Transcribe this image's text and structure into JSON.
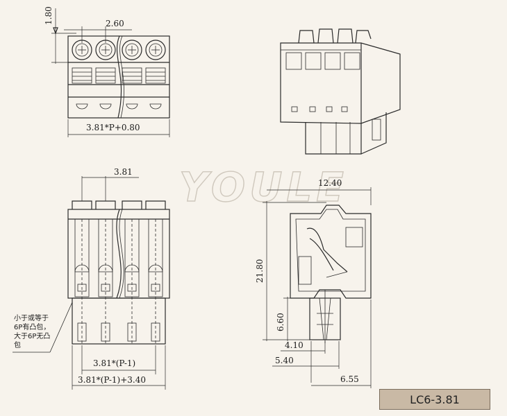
{
  "title": "LC6-3.81",
  "watermark": "YOULE",
  "dimensions": {
    "pin_height": "1.80",
    "pin_spacing_top": "2.60",
    "width_formula_top": "3.81*P+0.80",
    "pitch": "3.81",
    "pitch_formula": "3.81*(P-1)",
    "total_formula": "3.81*(P-1)+3.40",
    "side_width": "12.40",
    "side_height": "21.80",
    "pin_length": "6.60",
    "offset_a": "4.10",
    "offset_b": "5.40",
    "offset_c": "6.55"
  },
  "note": {
    "line1": "小于或等于",
    "line2": "6P有凸包，",
    "line3": "大于6P无凸",
    "line4": "包"
  }
}
